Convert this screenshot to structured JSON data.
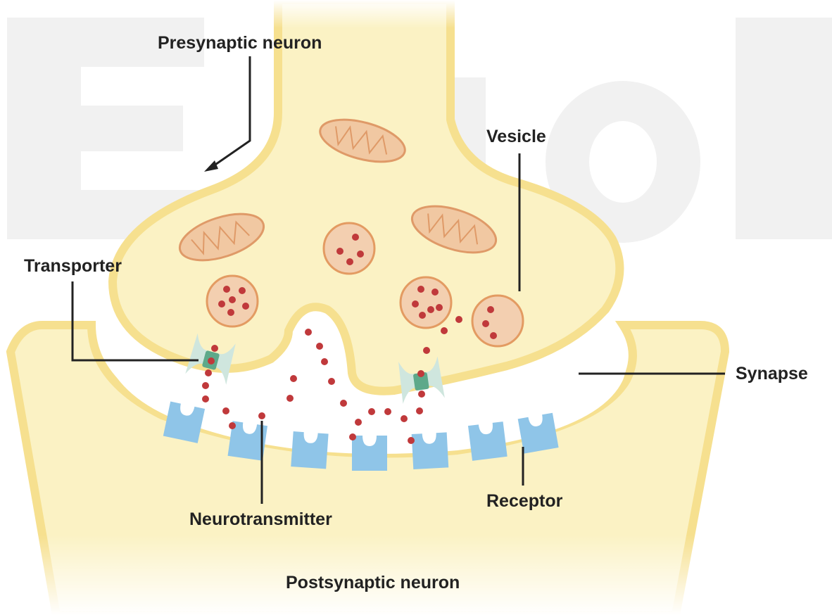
{
  "labels": {
    "presynaptic": "Presynaptic neuron",
    "vesicle": "Vesicle",
    "transporter": "Transporter",
    "synapse": "Synapse",
    "receptor": "Receptor",
    "neurotransmitter": "Neurotransmitter",
    "postsynaptic": "Postsynaptic neuron"
  },
  "watermark": "Edrolo",
  "colors": {
    "neuron_fill": "#fbf2c4",
    "neuron_outline": "#f6e08f",
    "mito_fill": "#f1c8a2",
    "mito_stroke": "#df9a68",
    "vesicle_fill": "#f3cfb0",
    "vesicle_stroke": "#e39b62",
    "neurotransmitter": "#c0393b",
    "receptor": "#8fc5e8",
    "transporter_outer": "#cfe6de",
    "transporter_inner": "#5ea98a",
    "line": "#222222",
    "watermark": "#f1f1f1"
  },
  "icons": {
    "mitochondrion": "mitochondrion-icon",
    "vesicle": "vesicle-icon",
    "receptor": "receptor-icon",
    "transporter": "transporter-icon",
    "neurotransmitter": "neurotransmitter-dot"
  }
}
